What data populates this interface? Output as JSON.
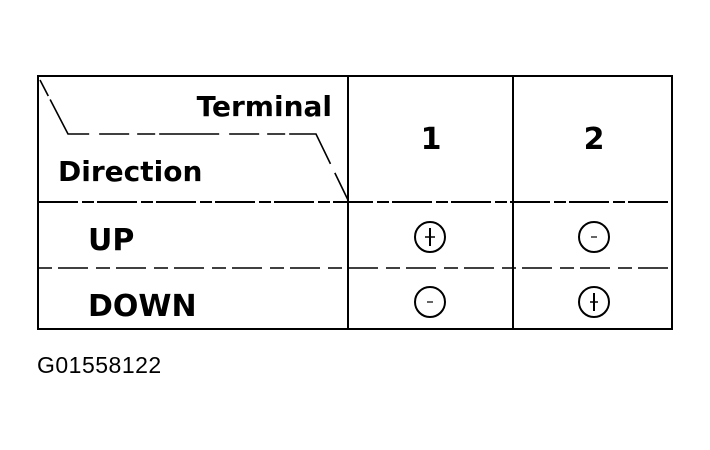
{
  "table": {
    "corner_top_label": "Terminal",
    "corner_bottom_label": "Direction",
    "columns": [
      "1",
      "2"
    ],
    "rows": [
      {
        "label": "UP",
        "cells": [
          "+",
          "-"
        ]
      },
      {
        "label": "DOWN",
        "cells": [
          "-",
          "+"
        ]
      }
    ]
  },
  "figure_id": "G01558122",
  "icons": {
    "positive": "circled-plus-icon",
    "negative": "circled-minus-icon"
  }
}
